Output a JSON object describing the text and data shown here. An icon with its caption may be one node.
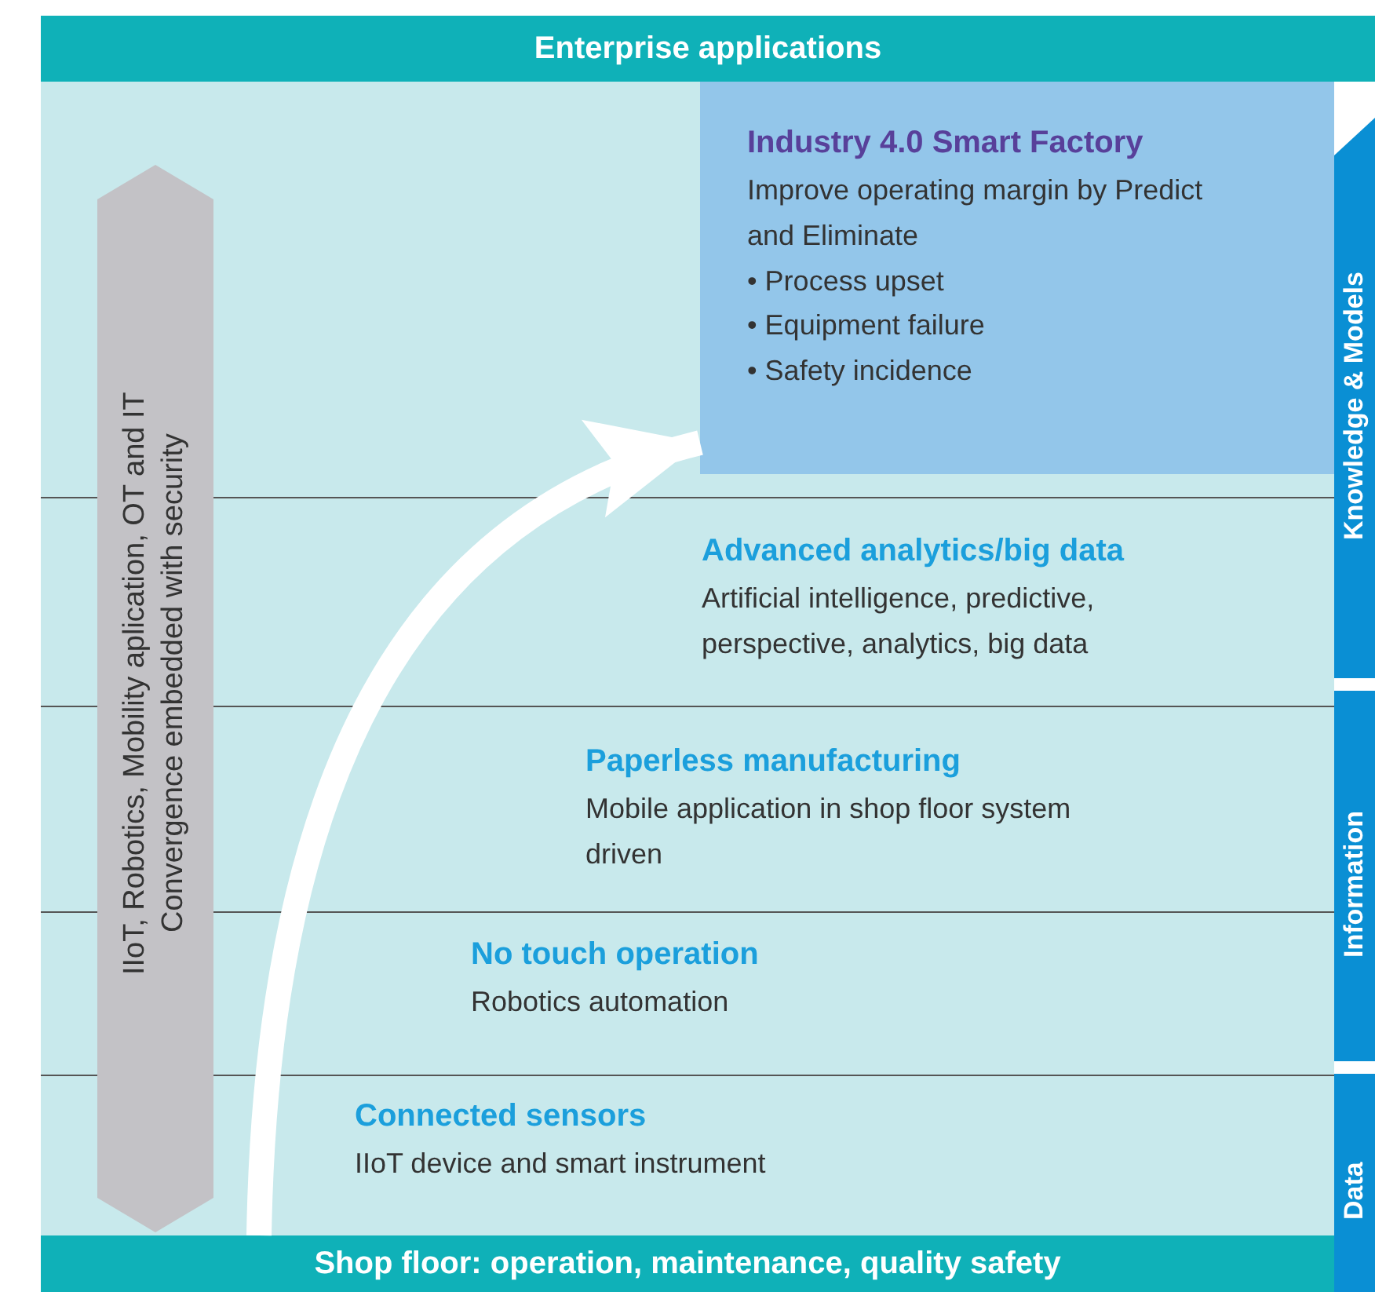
{
  "diagram": {
    "nodes": [
      {
        "text": [
          "Enterprise applications"
        ]
      },
      {
        "text": [
          "Industry 4.0 Smart Factory",
          "Improve operating margin by Predict and Eliminate",
          "• Process upset",
          "• Equipment failure",
          "• Safety incidence"
        ]
      },
      {
        "text": [
          "IIoT, Robotics, Mobility aplication, OT and IT Convergence embedded with security"
        ]
      },
      {
        "text": [
          "Advanced analytics/big data",
          "Artificial intelligence, predictive, perspective, analytics, big data"
        ]
      },
      {
        "text": [
          "Paperless manufacturing",
          "Mobile application in shop floor system driven"
        ]
      },
      {
        "text": [
          "No touch operation",
          "Robotics automation"
        ]
      },
      {
        "text": [
          "Connected sensors",
          "IIoT device and smart instrument"
        ]
      },
      {
        "text": [
          "Knowledge & Models"
        ]
      },
      {
        "text": [
          "Information"
        ]
      },
      {
        "text": [
          "Data"
        ]
      },
      {
        "text": [
          "Shop floor: operation, maintenance, quality safety"
        ]
      }
    ],
    "edges": [
      {
        "from": 10,
        "to": 1,
        "arrow": "to"
      }
    ]
  }
}
